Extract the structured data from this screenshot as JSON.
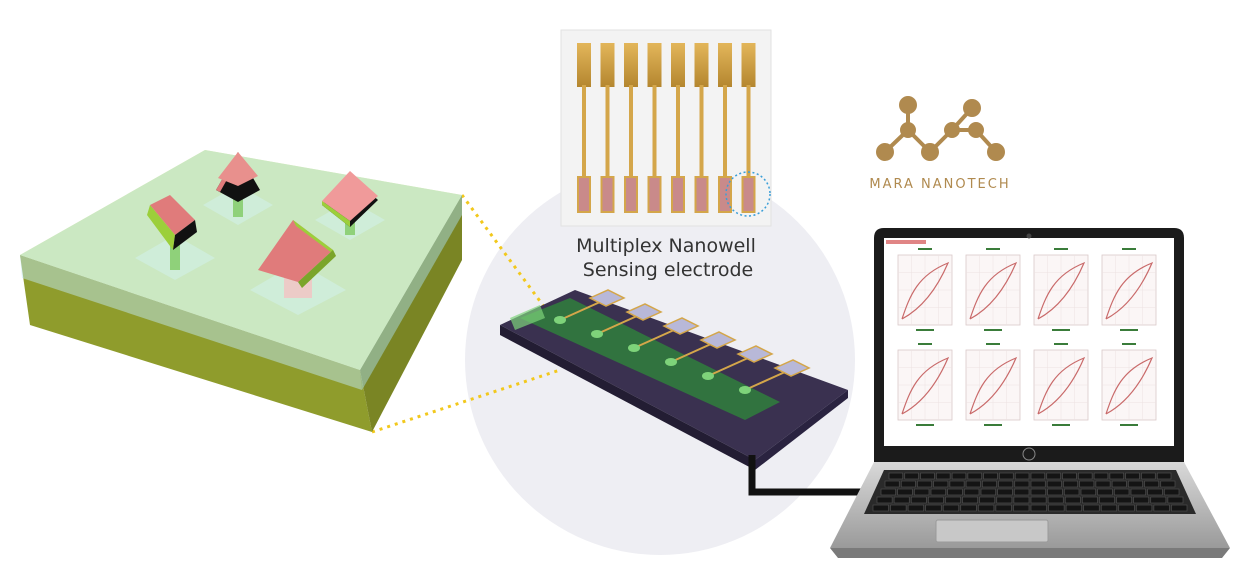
{
  "labels": {
    "electrode_line1": "Multiplex Nanowell",
    "electrode_line2": "Sensing electrode"
  },
  "brand": {
    "name": "MARA NANOTECH",
    "logo": "molecule-logo-icon",
    "color": "#b08a4f"
  },
  "colors": {
    "substrate_top": "#d9e88a",
    "substrate_side": "#8f9c2c",
    "glass": "#bfe8f0",
    "well_roof": "#e07b7b",
    "gold": "#d4a64a",
    "chip_body": "#3a3150",
    "chip_trace": "#2f8a3a",
    "connector_dots": "#f2c81c",
    "cable": "#111111"
  },
  "icons": {
    "laptop": "laptop-icon",
    "hp_logo": "hp-logo-icon"
  }
}
